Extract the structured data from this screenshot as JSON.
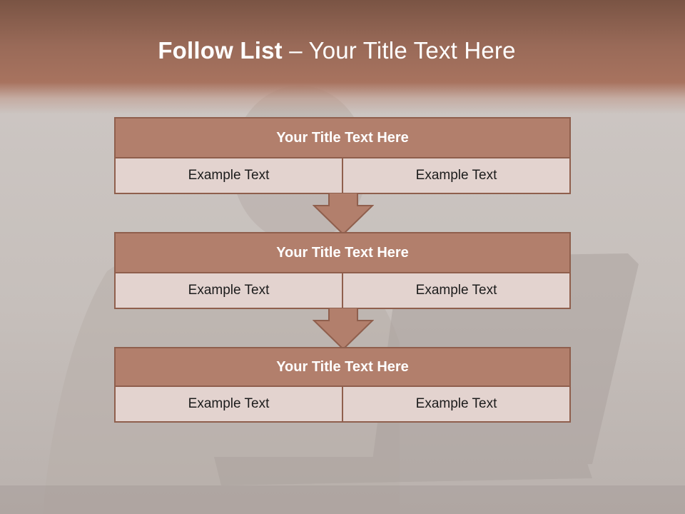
{
  "slide": {
    "title_bold": "Follow List",
    "title_rest": " – Your Title Text Here"
  },
  "blocks": [
    {
      "title": "Your Title Text Here",
      "cells": [
        "Example Text",
        "Example Text"
      ]
    },
    {
      "title": "Your Title Text Here",
      "cells": [
        "Example Text",
        "Example Text"
      ]
    },
    {
      "title": "Your Title Text Here",
      "cells": [
        "Example Text",
        "Example Text"
      ]
    }
  ],
  "colors": {
    "header": "#9a6b59",
    "block_title_fill": "#b27f6c",
    "block_border": "#8f5f4d",
    "cell_fill": "#e3d3cf"
  }
}
